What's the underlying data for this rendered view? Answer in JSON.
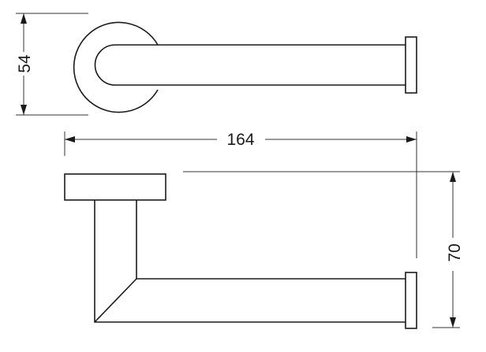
{
  "dimensions": {
    "height_top_view": "54",
    "total_length": "164",
    "depth_side_view": "70"
  },
  "colors": {
    "line": "#1a1a1a",
    "background": "#ffffff"
  }
}
